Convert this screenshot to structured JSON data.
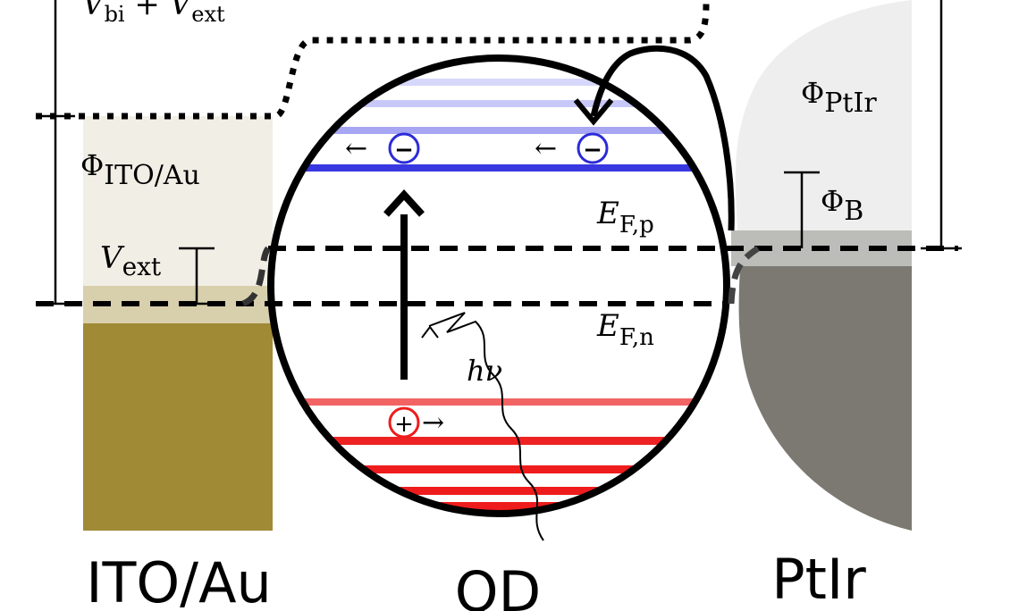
{
  "labels": {
    "top_voltage": {
      "v": "V",
      "bi": "bi",
      "plus": " + ",
      "v2": "V",
      "ext": "ext"
    },
    "phi_ito": {
      "phi": "Φ",
      "sub": "ITO/Au"
    },
    "v_ext": {
      "v": "V",
      "sub": "ext"
    },
    "phi_ptir": {
      "phi": "Φ",
      "sub": "PtIr"
    },
    "phi_b": {
      "phi": "Φ",
      "sub": "B"
    },
    "ef_p": {
      "e": "E",
      "sub": "F,p"
    },
    "ef_n": {
      "e": "E",
      "sub": "F,n"
    },
    "photon": "hν",
    "left_electrode": "ITO/Au",
    "quantum_dot": "QD",
    "right_electrode": "PtIr"
  },
  "carriers": {
    "electron_symbol": "−",
    "hole_symbol": "+",
    "arrow_left": "←",
    "arrow_right": "→"
  },
  "colors": {
    "ito_fill": "#a08a35",
    "ito_light": "#f1eee5",
    "ito_band": "#d8cfac",
    "ptir_dark": "#7b7971",
    "ptir_light": "#eeeeee",
    "ptir_band": "#bcbcb8",
    "conduction": "#3838e0",
    "valence": "#ee1c1c",
    "outline": "#000000"
  }
}
